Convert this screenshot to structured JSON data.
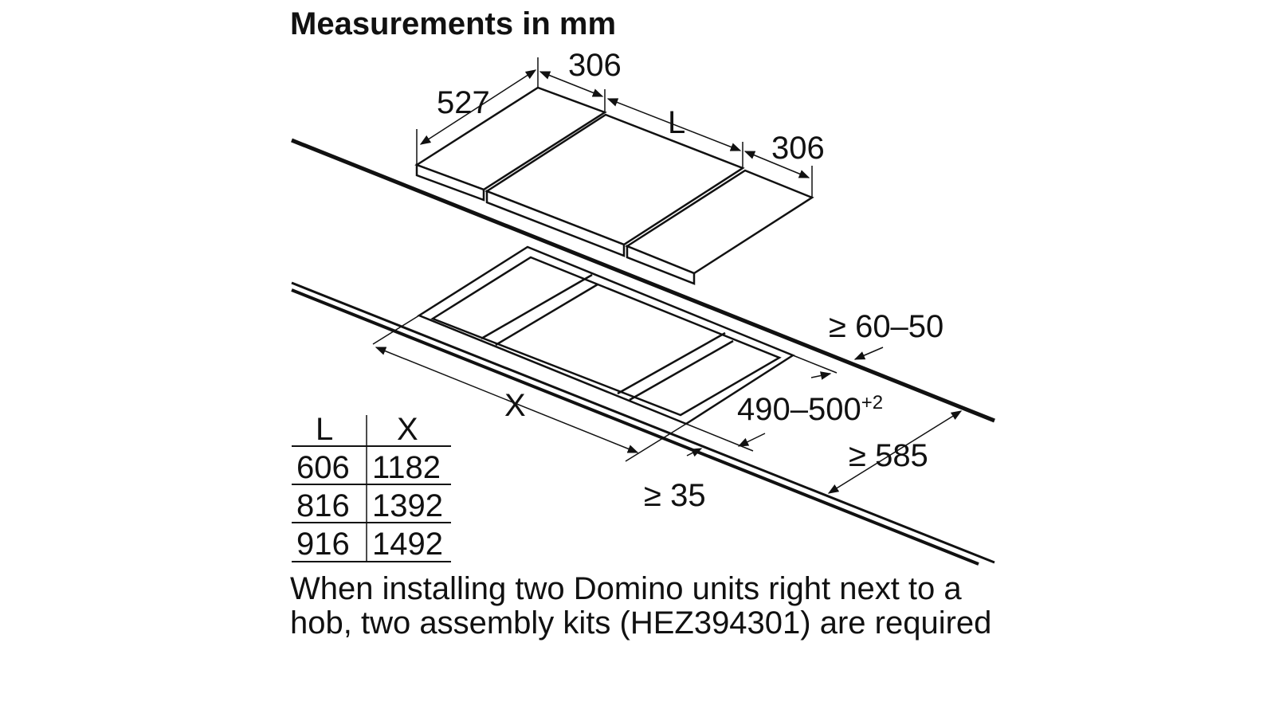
{
  "header": {
    "title": "Measurements in mm"
  },
  "dimensions": {
    "depth": "527",
    "left_width": "306",
    "middle_width": "L",
    "right_width": "306",
    "worktop_edge": "≥ 60–50",
    "cutout_depth": "490–500",
    "cutout_depth_tolerance": "+2",
    "cutout_width": "X",
    "front_distance": "≥ 35",
    "worktop_depth": "≥ 585"
  },
  "table": {
    "headers": [
      "L",
      "X"
    ],
    "rows": [
      [
        "606",
        "1182"
      ],
      [
        "816",
        "1392"
      ],
      [
        "916",
        "1492"
      ]
    ]
  },
  "note": "When installing two Domino units right next to a hob, two assembly kits (HEZ394301) are required"
}
